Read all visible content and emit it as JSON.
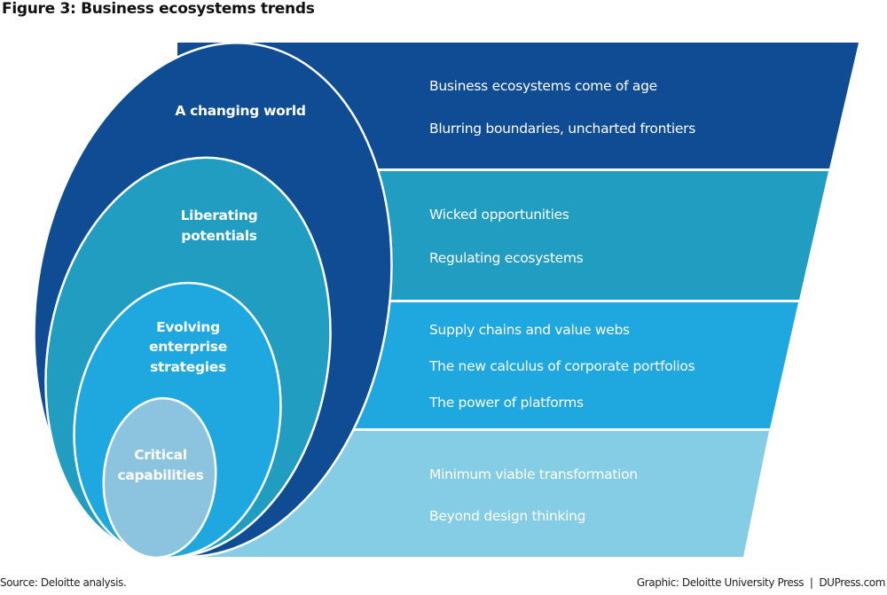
{
  "title": "Figure 3: Business ecosystems trends",
  "colors": {
    "level1": "#0f4c93",
    "level2": "#229dc2",
    "level3": "#1fa8e0",
    "level4": "#85cde4",
    "core": "#8cc4e0"
  },
  "levels": [
    {
      "name": "A changing world",
      "trends": [
        "Business ecosystems come of age",
        "Blurring boundaries, uncharted frontiers"
      ]
    },
    {
      "name_lines": [
        "Liberating",
        "potentials"
      ],
      "trends": [
        "Wicked opportunities",
        "Regulating ecosystems"
      ]
    },
    {
      "name_lines": [
        "Evolving",
        "enterprise",
        "strategies"
      ],
      "trends": [
        "Supply chains and value webs",
        "The new calculus of corporate portfolios",
        "The power of platforms"
      ]
    },
    {
      "name_lines": [
        "Critical",
        "capabilities"
      ],
      "trends": [
        "Minimum viable transformation",
        "Beyond design thinking"
      ]
    }
  ],
  "footer": {
    "source": "Source: Deloitte analysis.",
    "credit": "Graphic: Deloitte University Press  |  DUPress.com"
  }
}
